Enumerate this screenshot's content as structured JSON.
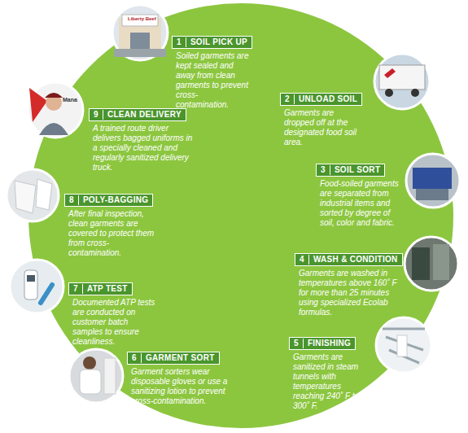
{
  "diagram": {
    "nodes": [
      {
        "text": [
          "1",
          "SOIL PICK UP",
          "Soiled garments are kept sealed and away from clean garments to prevent cross-contamination."
        ]
      },
      {
        "text": [
          "2",
          "UNLOAD SOIL",
          "Garments are dropped off at the designated food soil area."
        ]
      },
      {
        "text": [
          "3",
          "SOIL SORT",
          "Food-soiled garments are separated from industrial items and sorted by degree of soil, color and fabric."
        ]
      },
      {
        "text": [
          "4",
          "WASH & CONDITION",
          "Garments are washed in temperatures above 160˚ F for more than 25 minutes using specialized Ecolab formulas."
        ]
      },
      {
        "text": [
          "5",
          "FINISHING",
          "Garments are sanitized in steam tunnels with temperatures reaching 240˚ F to 300˚ F."
        ]
      },
      {
        "text": [
          "6",
          "GARMENT SORT",
          "Garment sorters wear disposable gloves or use a sanitizing lotion to prevent cross-contamination."
        ]
      },
      {
        "text": [
          "7",
          "ATP TEST",
          "Documented ATP tests are conducted on customer batch samples to ensure cleanliness."
        ]
      },
      {
        "text": [
          "8",
          "POLY-BAGGING",
          "After final inspection, clean garments are covered to protect them from cross-contamination."
        ]
      },
      {
        "text": [
          "9",
          "CLEAN DELIVERY",
          "A trained route driver delivers bagged uniforms in a specially cleaned and regularly sanitized delivery truck."
        ]
      }
    ],
    "labels": [
      "Liberty Beef",
      "Mana"
    ]
  }
}
